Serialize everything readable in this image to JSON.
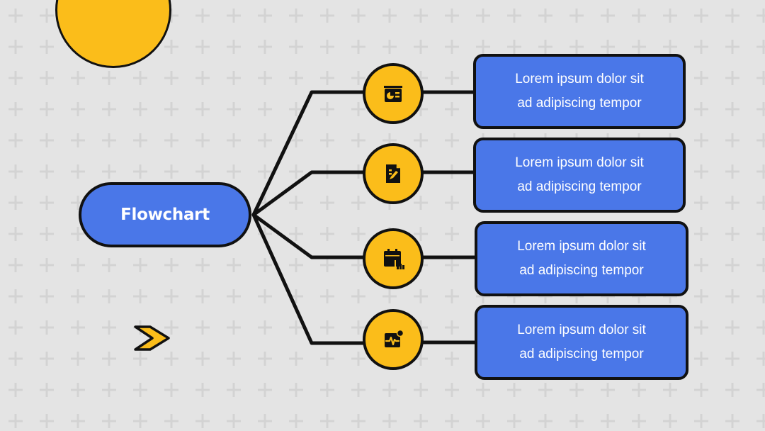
{
  "root": {
    "label": "Flowchart"
  },
  "branches": [
    {
      "icon": "presentation-board-icon",
      "line1": "Lorem ipsum dolor sit",
      "line2": "ad adipiscing tempor"
    },
    {
      "icon": "document-edit-icon",
      "line1": "Lorem ipsum dolor sit",
      "line2": "ad adipiscing tempor"
    },
    {
      "icon": "calendar-chart-icon",
      "line1": "Lorem ipsum dolor sit",
      "line2": "ad adipiscing tempor"
    },
    {
      "icon": "health-monitor-icon",
      "line1": "Lorem ipsum dolor sit",
      "line2": "ad adipiscing tempor"
    }
  ],
  "colors": {
    "background": "#e4e4e4",
    "pattern": "#d2d2d2",
    "accent_yellow": "#fbbd1a",
    "box_blue": "#4a77e8",
    "outline": "#111111",
    "text": "#ffffff"
  }
}
